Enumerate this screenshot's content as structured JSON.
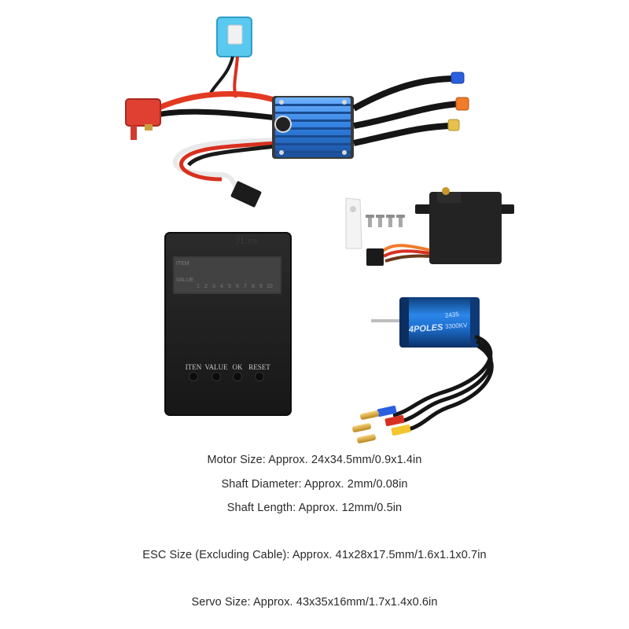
{
  "program_card": {
    "brand": "JLee",
    "row_label_top": "ITEM",
    "row_label_bottom": "VALUE",
    "value_numbers": [
      "1",
      "2",
      "3",
      "4",
      "5",
      "6",
      "7",
      "8",
      "9",
      "10"
    ],
    "buttons": [
      {
        "label": "ITEN"
      },
      {
        "label": "VALUE"
      },
      {
        "label": "OK"
      },
      {
        "label": "RESET"
      }
    ]
  },
  "motor": {
    "label_main": "4POLES",
    "label_kv": "3300KV",
    "label_model": "2435",
    "body_color": "#1e6fd0"
  },
  "esc": {
    "heatsink_color": "#2f7fe0"
  },
  "specs": {
    "motor_size": "Motor Size: Approx. 24x34.5mm/0.9x1.4in",
    "shaft_diameter": "Shaft Diameter: Approx. 2mm/0.08in",
    "shaft_length": "Shaft Length: Approx. 12mm/0.5in",
    "esc_size": "ESC Size (Excluding Cable): Approx. 41x28x17.5mm/1.6x1.1x0.7in",
    "servo_size": "Servo Size: Approx. 43x35x16mm/1.7x1.4x0.6in"
  }
}
